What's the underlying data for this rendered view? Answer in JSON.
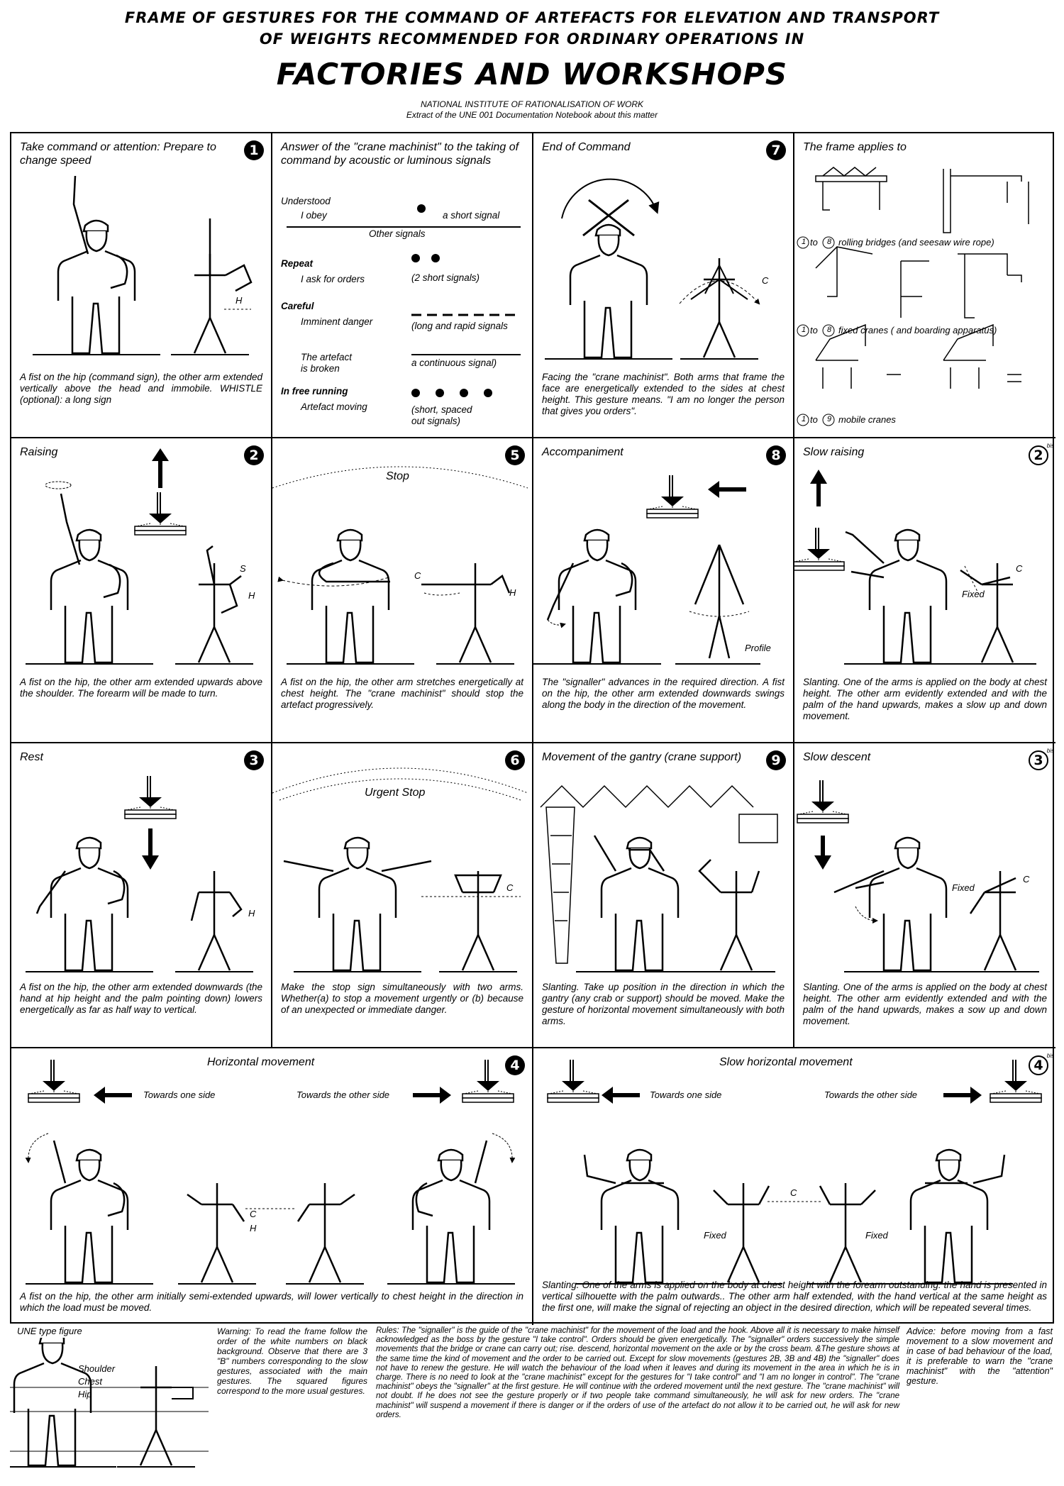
{
  "header": {
    "line1": "FRAME OF GESTURES FOR THE COMMAND OF ARTEFACTS FOR ELEVATION AND TRANSPORT",
    "line2": "OF WEIGHTS RECOMMENDED FOR ORDINARY OPERATIONS IN",
    "big": "FACTORIES AND WORKSHOPS",
    "sub1": "NATIONAL INSTITUTE OF RATIONALISATION OF WORK",
    "sub2": "Extract of the UNE 001 Documentation Notebook about this matter"
  },
  "cells": {
    "c1": {
      "title": "Take command or attention: Prepare to change speed",
      "num": "1",
      "desc": "A fist on the hip (command sign), the other arm extended vertically above the head and immobile. WHISTLE (optional): a long sign",
      "labels": [
        "H"
      ]
    },
    "c_ans": {
      "title": "Answer of the \"crane machinist\" to the taking of command by acoustic or luminous signals",
      "understood": "Understood",
      "obey": "I obey",
      "short": "a short signal",
      "other": "Other signals",
      "repeat": "Repeat",
      "ask": "I ask for orders",
      "two": "(2 short signals)",
      "careful": "Careful",
      "danger": "Imminent danger",
      "long": "(long and rapid signals",
      "broken1": "The artefact",
      "broken2": "is broken",
      "cont": "a continuous signal)",
      "free": "In free running",
      "moving": "Artefact moving",
      "spaced1": "(short, spaced",
      "spaced2": "out signals)"
    },
    "c7": {
      "title": "End of Command",
      "num": "7",
      "desc": "Facing the \"crane machinist\". Both arms that frame the face are energetically extended to the sides at chest height. This gesture means. \"I am no longer the person that gives you orders\".",
      "labels": [
        "C"
      ]
    },
    "c_frame": {
      "title": "The frame applies to",
      "l1": "rolling bridges (and seesaw wire rope)",
      "l2": "fixed cranes ( and boarding apparatus)",
      "l3": "mobile cranes",
      "n1a": "1",
      "n1b": "8",
      "n2a": "1",
      "n2b": "8",
      "n3a": "1",
      "n3b": "9",
      "to": "to"
    },
    "c2": {
      "title": "Raising",
      "num": "2",
      "desc": "A fist on the hip, the other arm extended upwards above the shoulder. The forearm will be made to turn.",
      "labels": [
        "S",
        "H"
      ]
    },
    "c5": {
      "title": "Stop",
      "num": "5",
      "desc": "A fist on the hip, the other arm stretches energetically at chest height. The \"crane machinist\" should stop the artefact progressively.",
      "labels": [
        "C",
        "H"
      ]
    },
    "c8": {
      "title": "Accompaniment",
      "num": "8",
      "desc": "The \"signaller\" advances in the required direction. A fist on the hip, the other arm extended downwards swings along the body in the direction of the movement.",
      "labels": [
        "Profile"
      ]
    },
    "c2b": {
      "title": "Slow raising",
      "num": "2",
      "desc": "Slanting. One of the arms is applied on the body at chest height. The other arm evidently extended and with the palm of the hand upwards, makes a slow up and down movement.",
      "labels": [
        "C",
        "Fixed"
      ],
      "bis": "bis"
    },
    "c3": {
      "title": "Rest",
      "num": "3",
      "desc": "A fist on the hip, the other arm extended downwards (the hand at hip height and the palm pointing down) lowers energetically as far as half way to vertical.",
      "labels": [
        "H"
      ]
    },
    "c6": {
      "title": "Urgent Stop",
      "num": "6",
      "desc": "Make the stop sign simultaneously with two arms. Whether(a) to stop a movement urgently or (b) because of an unexpected or immediate danger.",
      "labels": [
        "C"
      ]
    },
    "c9": {
      "title": "Movement of the gantry (crane support)",
      "num": "9",
      "desc": "Slanting. Take up position in the direction in which the gantry (any crab or support) should be moved. Make the gesture of horizontal movement simultaneously with both arms."
    },
    "c3b": {
      "title": "Slow descent",
      "num": "3",
      "desc": "Slanting. One of the arms is applied on the body at chest height. The other arm evidently extended and with the palm of the hand upwards, makes a sow up and down movement.",
      "labels": [
        "Fixed",
        "C"
      ],
      "bis": "bis"
    },
    "c4": {
      "title": "Horizontal movement",
      "num": "4",
      "side1": "Towards one side",
      "side2": "Towards the other side",
      "desc": "A fist on the hip, the other arm initially semi-extended upwards, will lower vertically to chest height in the direction in which the load must be moved.",
      "labels": [
        "C",
        "H"
      ]
    },
    "c4b": {
      "title": "Slow horizontal movement",
      "num": "4",
      "side1": "Towards one side",
      "side2": "Towards the other side",
      "desc": "Slanting. One of the arms is applied on the body at chest height with the forearm outstanding: the hand is presented in vertical silhouette with the palm outwards.. The other arm half extended, with the hand vertical at the same height as the first one, will make the signal of rejecting an object in the desired direction, which will be repeated several times.",
      "labels": [
        "Fixed",
        "C",
        "Fixed"
      ],
      "bis": "bis"
    }
  },
  "footer": {
    "une": "UNE type figure",
    "shoulder": "Shoulder",
    "chest": "Chest",
    "hip": "Hip",
    "warning": "Warning: To read the frame follow the order of the white numbers on black background. Observe that there are 3 \"B\" numbers corresponding to the slow gestures, associated with the main gestures. The squared figures correspond to the more usual gestures.",
    "rules": "Rules: The \"signaller\" is the guide of the \"crane machinist\" for the movement of the load and the hook. Above all it is necessary to make himself acknowledged as the boss by the gesture \"I take control\". Orders should be given energetically. The \"signaller\" orders successively the simple movements that the bridge or crane can carry out; rise. descend, horizontal movement on the axle or by the cross beam. &The gesture shows at the same time the kind of movement and the order to be carried out. Except for slow movements (gestures 2B, 3B and 4B) the \"signaller\" does not have to renew the gesture. He will watch the behaviour of the load when it leaves and during its movement in the area in which he is in charge. There is no need to look at the \"crane machinist\" except for the gestures for \"I take control\" and \"I am no longer in control\". The \"crane machinist\" obeys the \"signaller\" at the first gesture. He will continue with the ordered movement until the next gesture. The \"crane machinist\" will not doubt. If he does not see the gesture properly or if two people take command simultaneously, he will ask for new orders. The \"crane machinist\" will suspend a movement if there is danger or if the orders of use of the artefact do not allow it to be carried out, he will ask for new orders.",
    "advice": "Advice: before moving from a fast movement to a slow movement and in case of bad behaviour of the load, it is preferable to warn the \"crane machinist\" with the \"attention\" gesture."
  }
}
